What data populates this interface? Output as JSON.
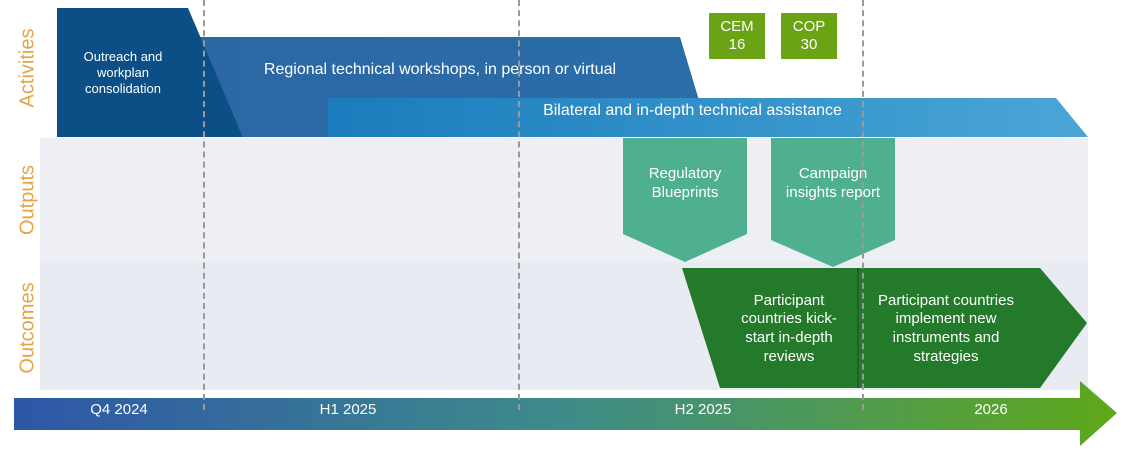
{
  "rows": {
    "activities": "Activities",
    "outputs": "Outputs",
    "outcomes": "Outcomes"
  },
  "activities": {
    "outreach": [
      "Outreach and",
      "workplan",
      "consolidation"
    ],
    "workshops": "Regional technical workshops, in person or virtual",
    "assistance": "Bilateral and in-depth technical assistance"
  },
  "events": {
    "cem": [
      "CEM",
      "16"
    ],
    "cop": [
      "COP",
      "30"
    ]
  },
  "outputs": {
    "blueprints": [
      "Regulatory",
      "Blueprints"
    ],
    "insights": [
      "Campaign",
      "insights report"
    ]
  },
  "outcomes": {
    "reviews": [
      "Participant",
      "countries kick-",
      "start in-depth",
      "reviews"
    ],
    "implement": [
      "Participant countries",
      "implement new",
      "instruments and",
      "strategies"
    ]
  },
  "timeline": {
    "periods": [
      "Q4 2024",
      "H1 2025",
      "H2 2025",
      "2026"
    ]
  },
  "colors": {
    "row_label": "#E8A345",
    "band_activities": "#ffffff",
    "band_outputs": "#EDEFF4",
    "band_outcomes": "#E9EBF2",
    "outreach": "#0B4F86",
    "workshops": "#2B6CA6",
    "assistance": "#3B9BD2",
    "event": "#6AA415",
    "output": "#4FB08F",
    "outcome": "#237A2B",
    "timeline_start": "#2E56A8",
    "timeline_end": "#5FA81A"
  }
}
